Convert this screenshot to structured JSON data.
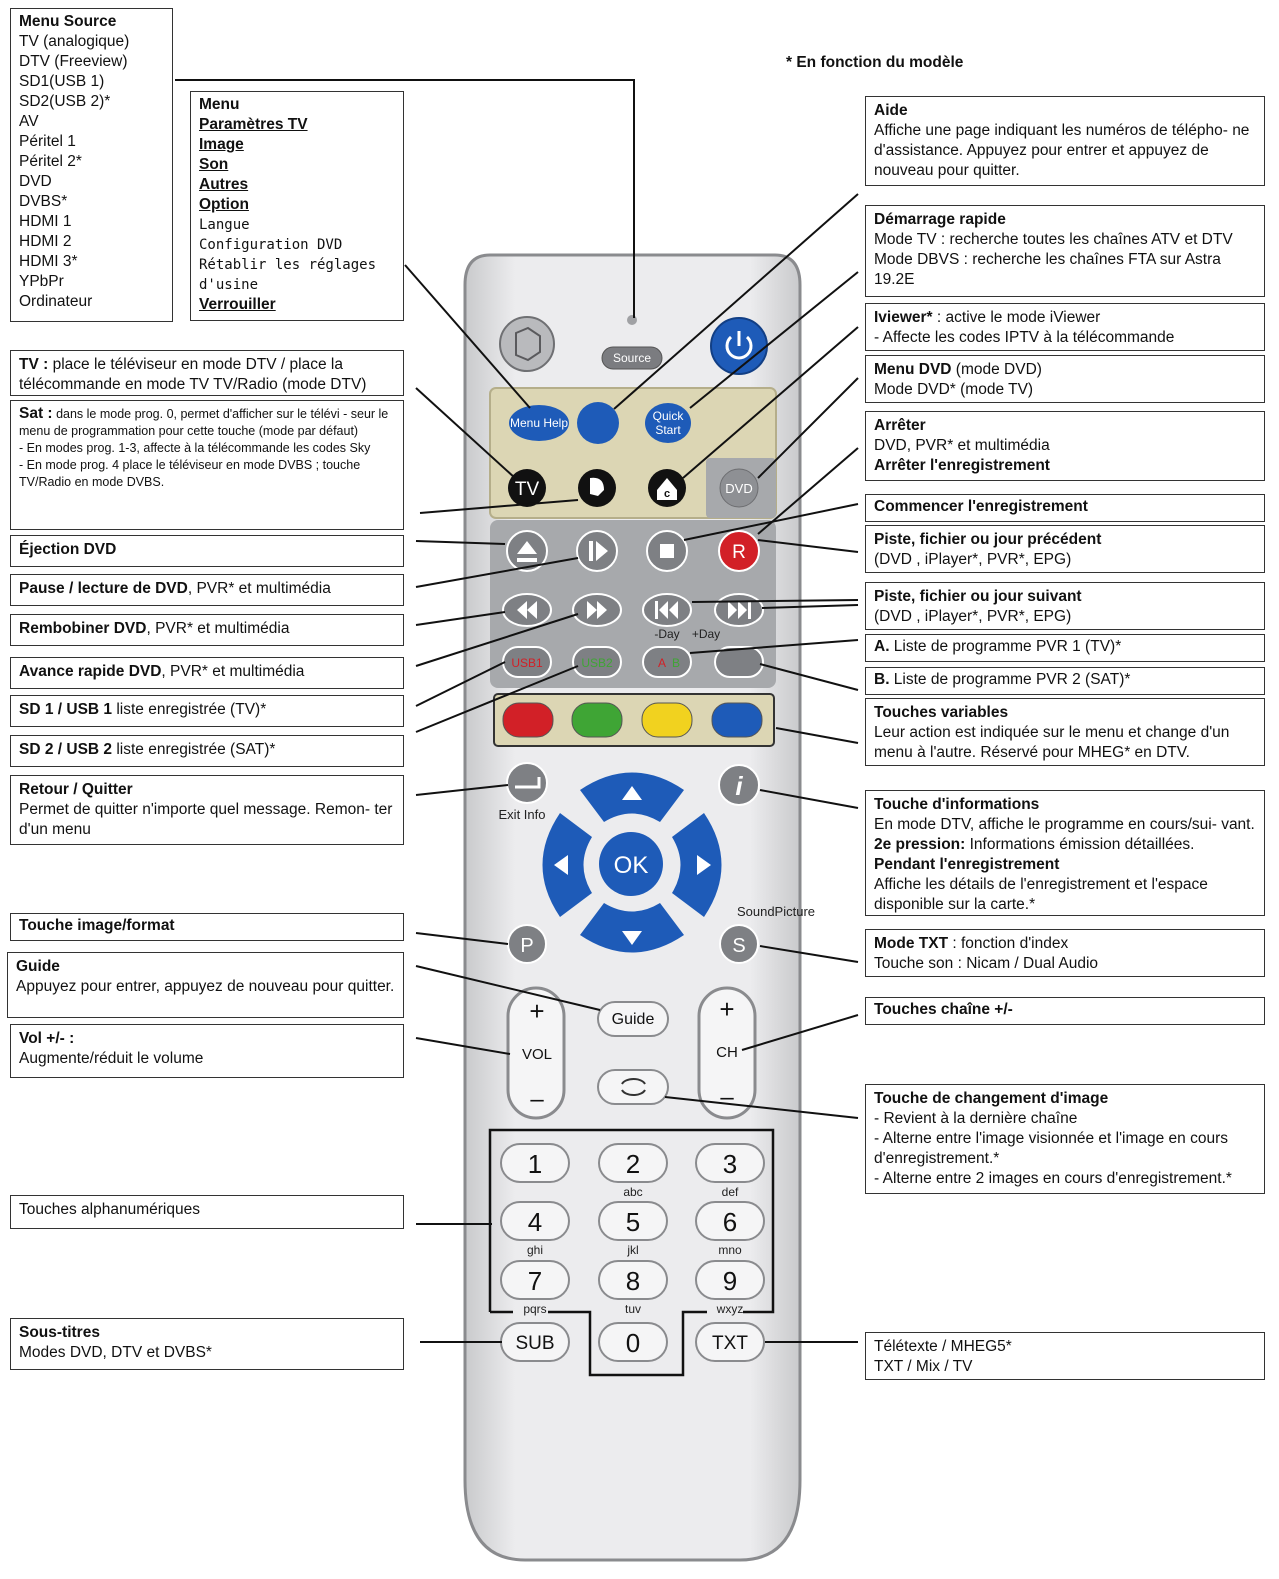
{
  "note": "* En fonction du modèle",
  "left": {
    "source_menu": {
      "title": "Menu Source",
      "items": [
        "TV (analogique)",
        "DTV (Freeview)",
        "SD1(USB 1)",
        "SD2(USB 2)*",
        "AV",
        "Péritel 1",
        "Péritel 2*",
        "DVD",
        "DVBS*",
        "HDMI 1",
        "HDMI 2",
        "HDMI 3*",
        "YPbPr",
        "Ordinateur"
      ]
    },
    "menu": {
      "title": "Menu",
      "bold_items": [
        "Paramètres TV",
        "Image",
        "Son",
        "Autres",
        "Option"
      ],
      "items": [
        "Langue",
        "Configuration DVD",
        "Rétablir les réglages",
        "d'usine"
      ],
      "last": "Verrouiller"
    },
    "tv": {
      "title": "TV :",
      "text": "place le téléviseur en mode DTV / place la télécommande en mode TV TV/Radio (mode DTV)"
    },
    "sat": {
      "title": "Sat :",
      "l1": "dans le mode prog. 0, permet d'afficher sur le télévi - seur le menu de programmation pour cette touche (mode par défaut)",
      "l2": "- En modes prog. 1-3, affecte à la télécommande les codes Sky",
      "l3": "- En mode prog. 4 place le téléviseur en mode DVBS  ; touche TV/Radio en mode DVBS."
    },
    "eject": {
      "title": "Éjection DVD"
    },
    "pause": {
      "title": "Pause / lecture de DVD",
      "text": ", PVR* et multimédia"
    },
    "rewind": {
      "title": "Rembobiner DVD",
      "text": ", PVR* et multimédia"
    },
    "ff": {
      "title": "Avance rapide DVD",
      "text": ", PVR* et multimédia"
    },
    "sd1": {
      "title": "SD 1 / USB 1",
      "text": " liste enregistrée (TV)*"
    },
    "sd2": {
      "title": "SD 2 / USB 2",
      "text": " liste enregistrée (SAT)*"
    },
    "back": {
      "title": "Retour / Quitter",
      "text": "Permet de quitter n'importe quel message. Remon- ter d'un menu"
    },
    "picture": {
      "title": "Touche image/format"
    },
    "guide": {
      "title": "Guide",
      "text": "Appuyez pour entrer, appuyez de nouveau pour quitter."
    },
    "vol": {
      "title": "Vol +/- :",
      "text": "Augmente/réduit le volume"
    },
    "alnum": {
      "text": "Touches alphanumériques"
    },
    "subs": {
      "title": "Sous-titres",
      "text": "Modes DVD, DTV et DVBS*"
    }
  },
  "right": {
    "help": {
      "title": "Aide",
      "text": "Affiche une page indiquant les numéros de télépho- ne d'assistance. Appuyez pour entrer et appuyez de nouveau pour quitter."
    },
    "quick": {
      "title": "Démarrage rapide",
      "l1": "Mode TV : recherche toutes les chaînes ATV et DTV",
      "l2": "Mode DBVS : recherche les chaînes FTA sur Astra 19.2E"
    },
    "iviewer": {
      "title": "Iviewer*",
      "l1": " : active le mode iViewer",
      "l2": "- Affecte les codes IPTV à la télécommande"
    },
    "dvdmenu": {
      "title": "Menu DVD",
      "l1": " (mode DVD)",
      "l2": "Mode DVD* (mode TV)"
    },
    "stop": {
      "title": "Arrêter",
      "l1": "DVD, PVR* et multimédia",
      "l2": "Arrêter l'enregistrement"
    },
    "record": {
      "title": "Commencer l'enregistrement"
    },
    "prev": {
      "title": "Piste, fichier ou jour précédent",
      "text": "(DVD , iPlayer*, PVR*, EPG)"
    },
    "next": {
      "title": "Piste, fichier ou jour suivant",
      "text": "(DVD , iPlayer*, PVR*, EPG)"
    },
    "a": {
      "title": "A.",
      "text": " Liste de programme PVR 1 (TV)*"
    },
    "b": {
      "title": "B.",
      "text": " Liste de programme PVR 2 (SAT)*"
    },
    "variable": {
      "title": "Touches variables",
      "text": "Leur action est indiquée sur le menu et change d'un menu à l'autre. Réservé pour MHEG* en DTV."
    },
    "info": {
      "title": "Touche d'informations",
      "l1a": "En mode DTV, affiche le programme en cours/sui- vant. ",
      "l1b": "2e pression:",
      "l1c": " Informations émission détaillées.",
      "title2": "Pendant l'enregistrement",
      "l2": "Affiche les détails de l'enregistrement et l'espace disponible sur la carte.*"
    },
    "txt_mode": {
      "title": "Mode TXT",
      "l1": " : fonction d'index",
      "l2": "Touche son : Nicam / Dual Audio"
    },
    "channel": {
      "title": "Touches chaîne +/-"
    },
    "swap": {
      "title": "Touche de changement d'image",
      "l1": "- Revient à la dernière chaîne",
      "l2": "- Alterne entre l'image visionnée et l'image en cours d'enregistrement.*",
      "l3": "- Alterne entre 2 images en cours d'enregistrement.*"
    },
    "teletext": {
      "l1": "Télétexte / MHEG5*",
      "l2": "TXT / Mix / TV"
    }
  },
  "remote": {
    "source": "Source",
    "menu_help": "Menu Help",
    "quick_start_1": "Quick",
    "quick_start_2": "Start",
    "tv": "TV",
    "dvd": "DVD",
    "rec": "R",
    "day_minus": "-Day",
    "day_plus": "+Day",
    "usb1": "USB1",
    "usb2": "USB2",
    "a": "A",
    "b": "B",
    "exit_info": "Exit Info",
    "ok": "OK",
    "sound_picture": "SoundPicture",
    "p": "P",
    "s": "S",
    "guide": "Guide",
    "vol": "VOL",
    "ch": "CH",
    "plus": "+",
    "minus": "–",
    "sub": "SUB",
    "txt": "TXT",
    "keys": [
      {
        "n": "1",
        "l": ""
      },
      {
        "n": "2",
        "l": "abc"
      },
      {
        "n": "3",
        "l": "def"
      },
      {
        "n": "4",
        "l": "ghi"
      },
      {
        "n": "5",
        "l": "jkl"
      },
      {
        "n": "6",
        "l": "mno"
      },
      {
        "n": "7",
        "l": "pqrs"
      },
      {
        "n": "8",
        "l": "tuv"
      },
      {
        "n": "9",
        "l": "wxyz"
      }
    ],
    "zero": "0",
    "colors": {
      "body": "#e4e4e6",
      "panel": "#dcd6b4",
      "panel2": "#a7a9ac",
      "blue": "#1e5bb8",
      "red": "#d22027",
      "green": "#3fa535",
      "yellow": "#f1d21f"
    }
  }
}
